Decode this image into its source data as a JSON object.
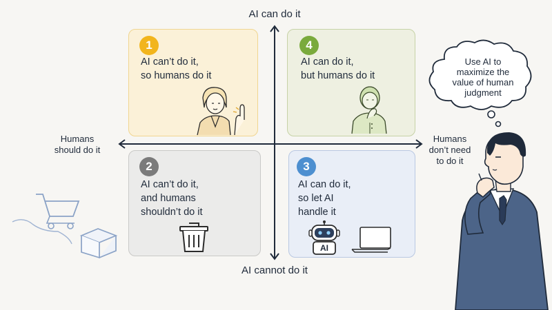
{
  "axes": {
    "top": "AI can do it",
    "bottom": "AI cannot do it",
    "left_line1": "Humans",
    "left_line2": "should do it",
    "right_line1": "Humans",
    "right_line2": "don’t need",
    "right_line3": "to do it"
  },
  "quadrants": {
    "q1": {
      "number": "1",
      "line1": "AI can’t do it,",
      "line2": "so humans do it",
      "color": "#f2b51d"
    },
    "q4": {
      "number": "4",
      "line1": "AI can do it,",
      "line2": "but humans do it",
      "color": "#7aaa3c"
    },
    "q2": {
      "number": "2",
      "line1": "AI can’t do it,",
      "line2": "and humans",
      "line3": "shouldn’t do it",
      "color": "#7b7b7b"
    },
    "q3": {
      "number": "3",
      "line1": "AI can do it,",
      "line2": "so let AI",
      "line3": "handle it",
      "color": "#4d8fd0",
      "robot_label": "AI"
    }
  },
  "thought": {
    "line1": "Use AI to",
    "line2": "maximize the",
    "line3": "value of human",
    "line4": "judgment"
  },
  "icons": [
    "woman-pointing-icon",
    "thinking-person-icon",
    "trash-can-icon",
    "robot-icon",
    "laptop-icon",
    "shopping-cart-icon",
    "box-icon",
    "businessman-thinking-icon"
  ]
}
